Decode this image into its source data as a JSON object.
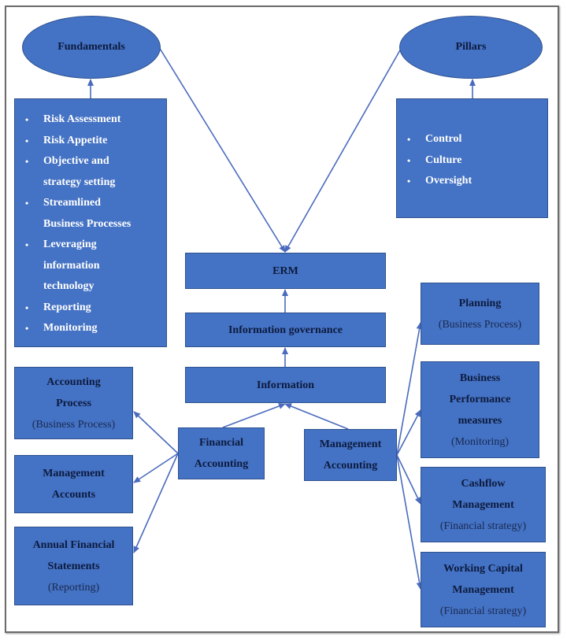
{
  "diagram": {
    "colors": {
      "box_fill": "#4472c4",
      "box_border": "#2f528f",
      "arrow": "#4a6bbd",
      "dark_text": "#0d1b3e",
      "light_text": "#ffffff"
    },
    "fundamentals": {
      "label": "Fundamentals",
      "items": [
        "Risk Assessment",
        "Risk Appetite",
        "Objective and",
        "strategy setting",
        "Streamlined",
        "Business Processes",
        "Leveraging",
        "information",
        "technology",
        "Reporting",
        "Monitoring"
      ],
      "bullets": [
        true,
        true,
        true,
        false,
        true,
        false,
        true,
        false,
        false,
        true,
        true
      ]
    },
    "pillars": {
      "label": "Pillars",
      "items": [
        "Control",
        "Culture",
        "Oversight"
      ]
    },
    "center": {
      "erm": "ERM",
      "governance": "Information governance",
      "information": "Information"
    },
    "financial_accounting": {
      "line1": "Financial",
      "line2": "Accounting"
    },
    "management_accounting": {
      "line1": "Management",
      "line2": "Accounting"
    },
    "left_outputs": [
      {
        "title1": "Accounting",
        "title2": "Process",
        "sub": "(Business Process)"
      },
      {
        "title1": "Management",
        "title2": "Accounts",
        "sub": ""
      },
      {
        "title1": "Annual Financial",
        "title2": "Statements",
        "sub": "(Reporting)"
      }
    ],
    "right_outputs": [
      {
        "title1": "Planning",
        "title2": "",
        "title3": "",
        "sub": "(Business Process)"
      },
      {
        "title1": "Business",
        "title2": "Performance",
        "title3": "measures",
        "sub": "(Monitoring)"
      },
      {
        "title1": "Cashflow",
        "title2": "Management",
        "title3": "",
        "sub": "(Financial strategy)"
      },
      {
        "title1": "Working Capital",
        "title2": "Management",
        "title3": "",
        "sub": "(Financial strategy)"
      }
    ],
    "edges": [
      {
        "from": "fundamentals-list",
        "to": "fundamentals-ellipse"
      },
      {
        "from": "pillars-list",
        "to": "pillars-ellipse"
      },
      {
        "from": "fundamentals-ellipse",
        "to": "erm"
      },
      {
        "from": "pillars-ellipse",
        "to": "erm"
      },
      {
        "from": "governance",
        "to": "erm"
      },
      {
        "from": "information",
        "to": "governance"
      },
      {
        "from": "financial-accounting",
        "to": "information"
      },
      {
        "from": "management-accounting",
        "to": "information"
      },
      {
        "from": "financial-accounting",
        "to": "accounting-process"
      },
      {
        "from": "financial-accounting",
        "to": "management-accounts"
      },
      {
        "from": "financial-accounting",
        "to": "annual-financial-statements"
      },
      {
        "from": "management-accounting",
        "to": "planning"
      },
      {
        "from": "management-accounting",
        "to": "business-performance-measures"
      },
      {
        "from": "management-accounting",
        "to": "cashflow-management"
      },
      {
        "from": "management-accounting",
        "to": "working-capital-management"
      }
    ]
  }
}
